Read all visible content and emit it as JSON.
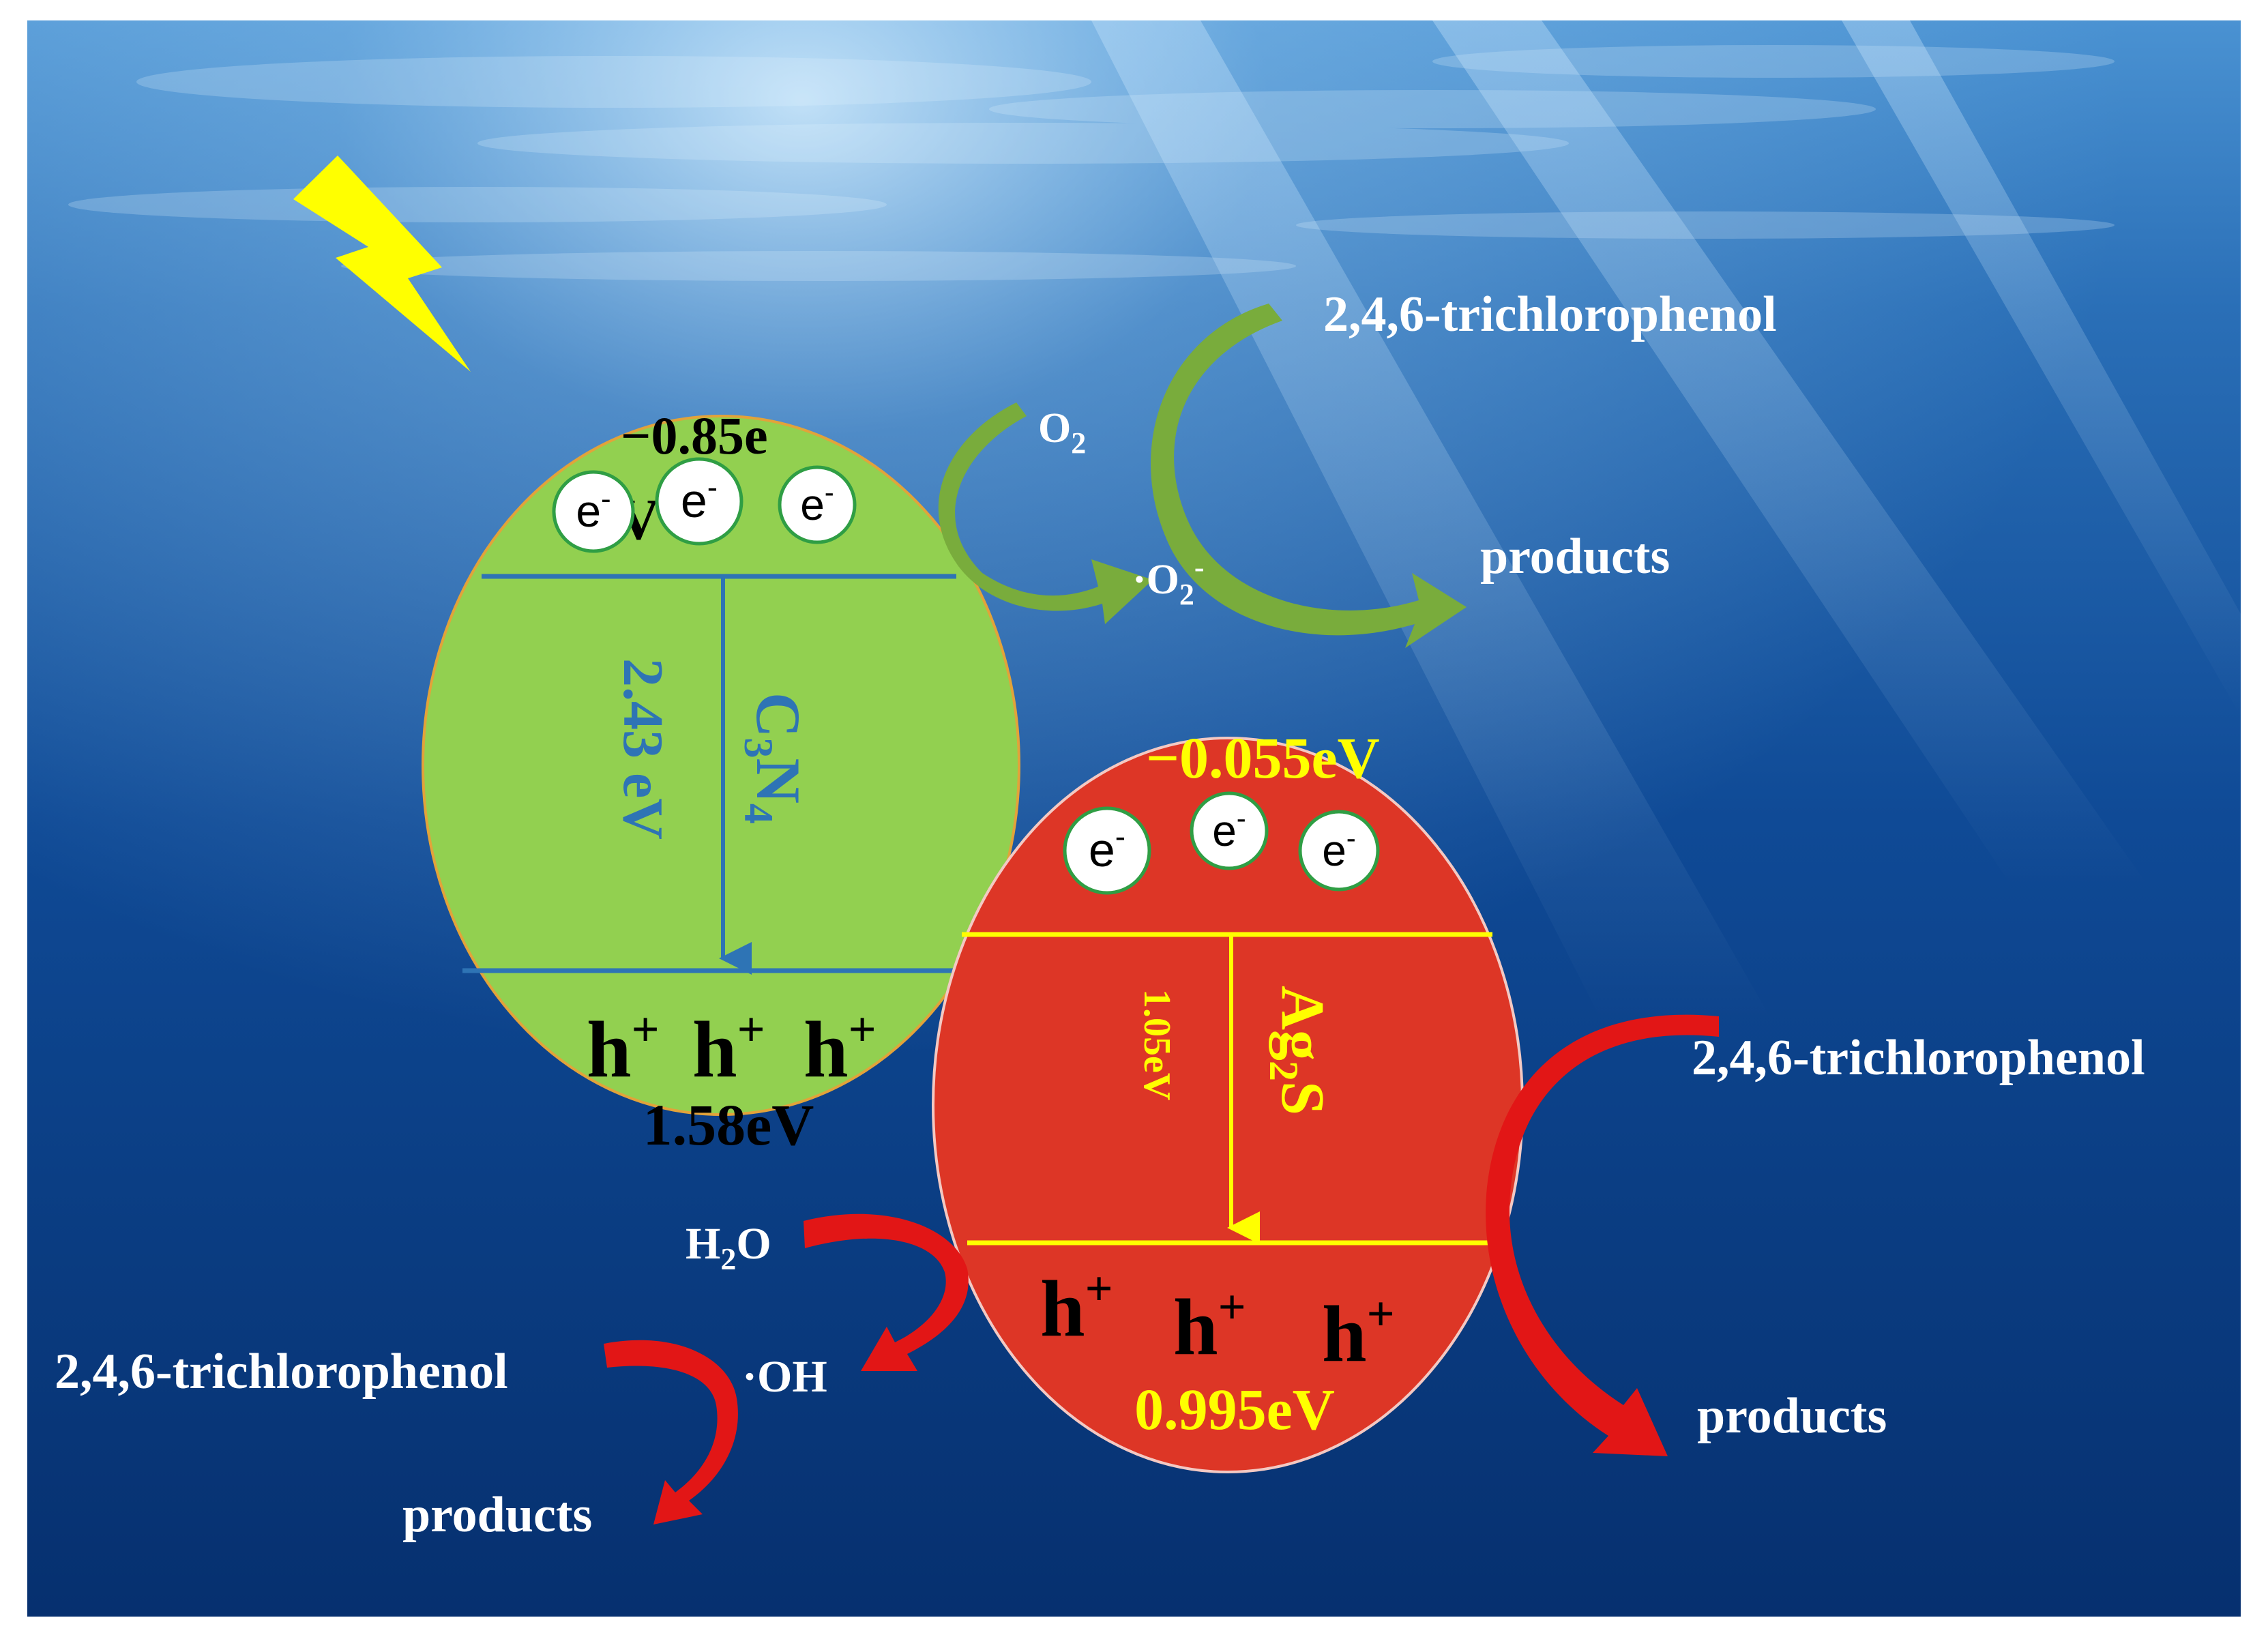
{
  "colors": {
    "water_top": "#3f86c8",
    "water_bottom": "#06306f",
    "c3n4_fill": "#92d050",
    "ag2s_fill": "#dd3626",
    "c3n4_line": "#2e74b5",
    "ag2s_line": "#ffff00",
    "green_arrow": "#79ac3c",
    "red_arrow": "#e21616",
    "lightning": "#ffff00"
  },
  "icons": {
    "lightning": "lightning-icon",
    "electron": "electron-icon"
  },
  "c3n4": {
    "cb_potential": "−0.85e",
    "cb_potential_tail": "V",
    "bandgap": "2.43 eV",
    "name_main": "C",
    "name_sub1": "3",
    "name_mid": "N",
    "name_sub2": "4",
    "vb_potential": "1.58eV",
    "electron": "e",
    "electron_charge": "-",
    "hole": "h",
    "hole_charge": "+"
  },
  "ag2s": {
    "cb_potential": "−0.055eV",
    "bandgap": "1.05eV",
    "name_main": "Ag",
    "name_sub": "2",
    "name_end": "S",
    "vb_potential": "0.995eV",
    "electron": "e",
    "electron_charge": "-",
    "hole": "h",
    "hole_charge": "+"
  },
  "reactions": {
    "o2_main": "O",
    "o2_sub": "2",
    "superoxide_dot": "·O",
    "superoxide_sub": "2",
    "superoxide_charge": "-",
    "h2o_main": "H",
    "h2o_sub": "2",
    "h2o_end": "O",
    "hydroxyl": "·OH",
    "pollutant": "2,4,6-trichlorophenol",
    "products": "products"
  }
}
